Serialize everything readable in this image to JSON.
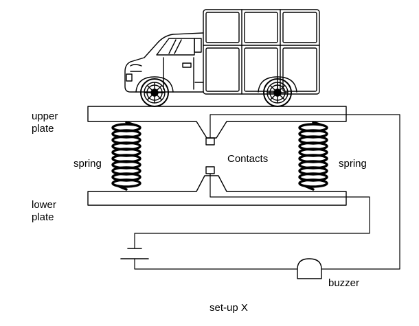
{
  "labels": {
    "upper_plate": [
      "upper",
      "plate"
    ],
    "lower_plate": [
      "lower",
      "plate"
    ],
    "spring_left": "spring",
    "spring_right": "spring",
    "contacts": "Contacts",
    "buzzer": "buzzer",
    "caption": "set-up X"
  }
}
